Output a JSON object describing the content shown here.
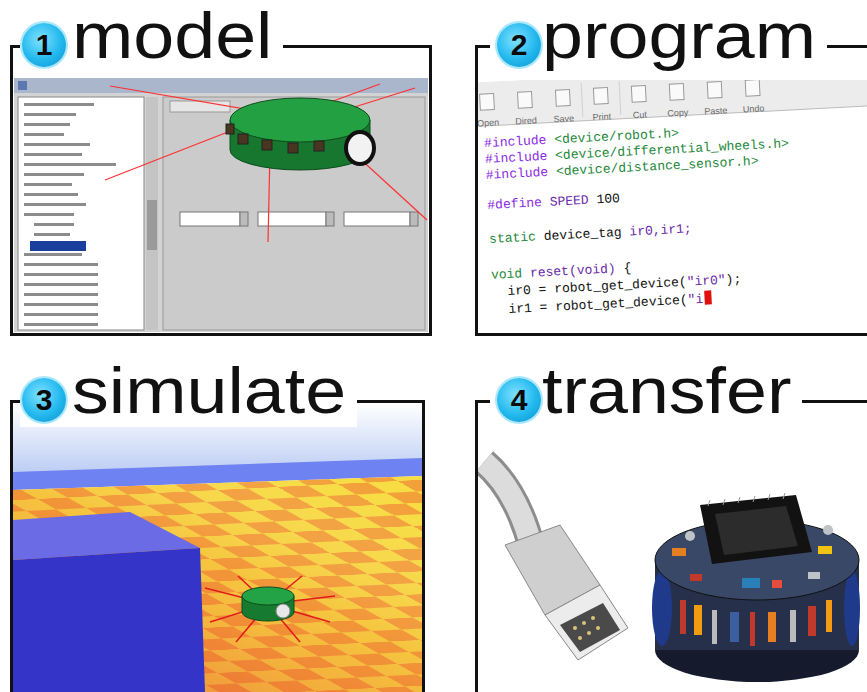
{
  "diagram": {
    "nodes": [
      {
        "text": [
          "model"
        ]
      },
      {
        "text": [
          "1"
        ],
        "in": 0
      },
      {
        "text": [
          "program"
        ]
      },
      {
        "text": [
          "2"
        ],
        "in": 2
      },
      {
        "text": [
          "simulate"
        ]
      },
      {
        "text": [
          "3"
        ],
        "in": 4
      },
      {
        "text": [
          "transfer"
        ]
      },
      {
        "text": [
          "4"
        ],
        "in": 6
      }
    ],
    "labels": [
      "Open",
      "Dired",
      "Save",
      "Print",
      "Cut",
      "Copy",
      "Paste",
      "Undo",
      "#include",
      "<device/robot.h>",
      "#include",
      "<device/differential_wheels.h>",
      "#include",
      "<device/distance_sensor.h>",
      "#define",
      "SPEED",
      "100",
      "static",
      "device_tag",
      "ir0,ir1;",
      "void",
      "reset(void)",
      "{",
      "ir0 = robot_get_device(",
      "\"ir0\"",
      ");",
      "ir1 = robot_get_device(",
      "\"i"
    ]
  }
}
